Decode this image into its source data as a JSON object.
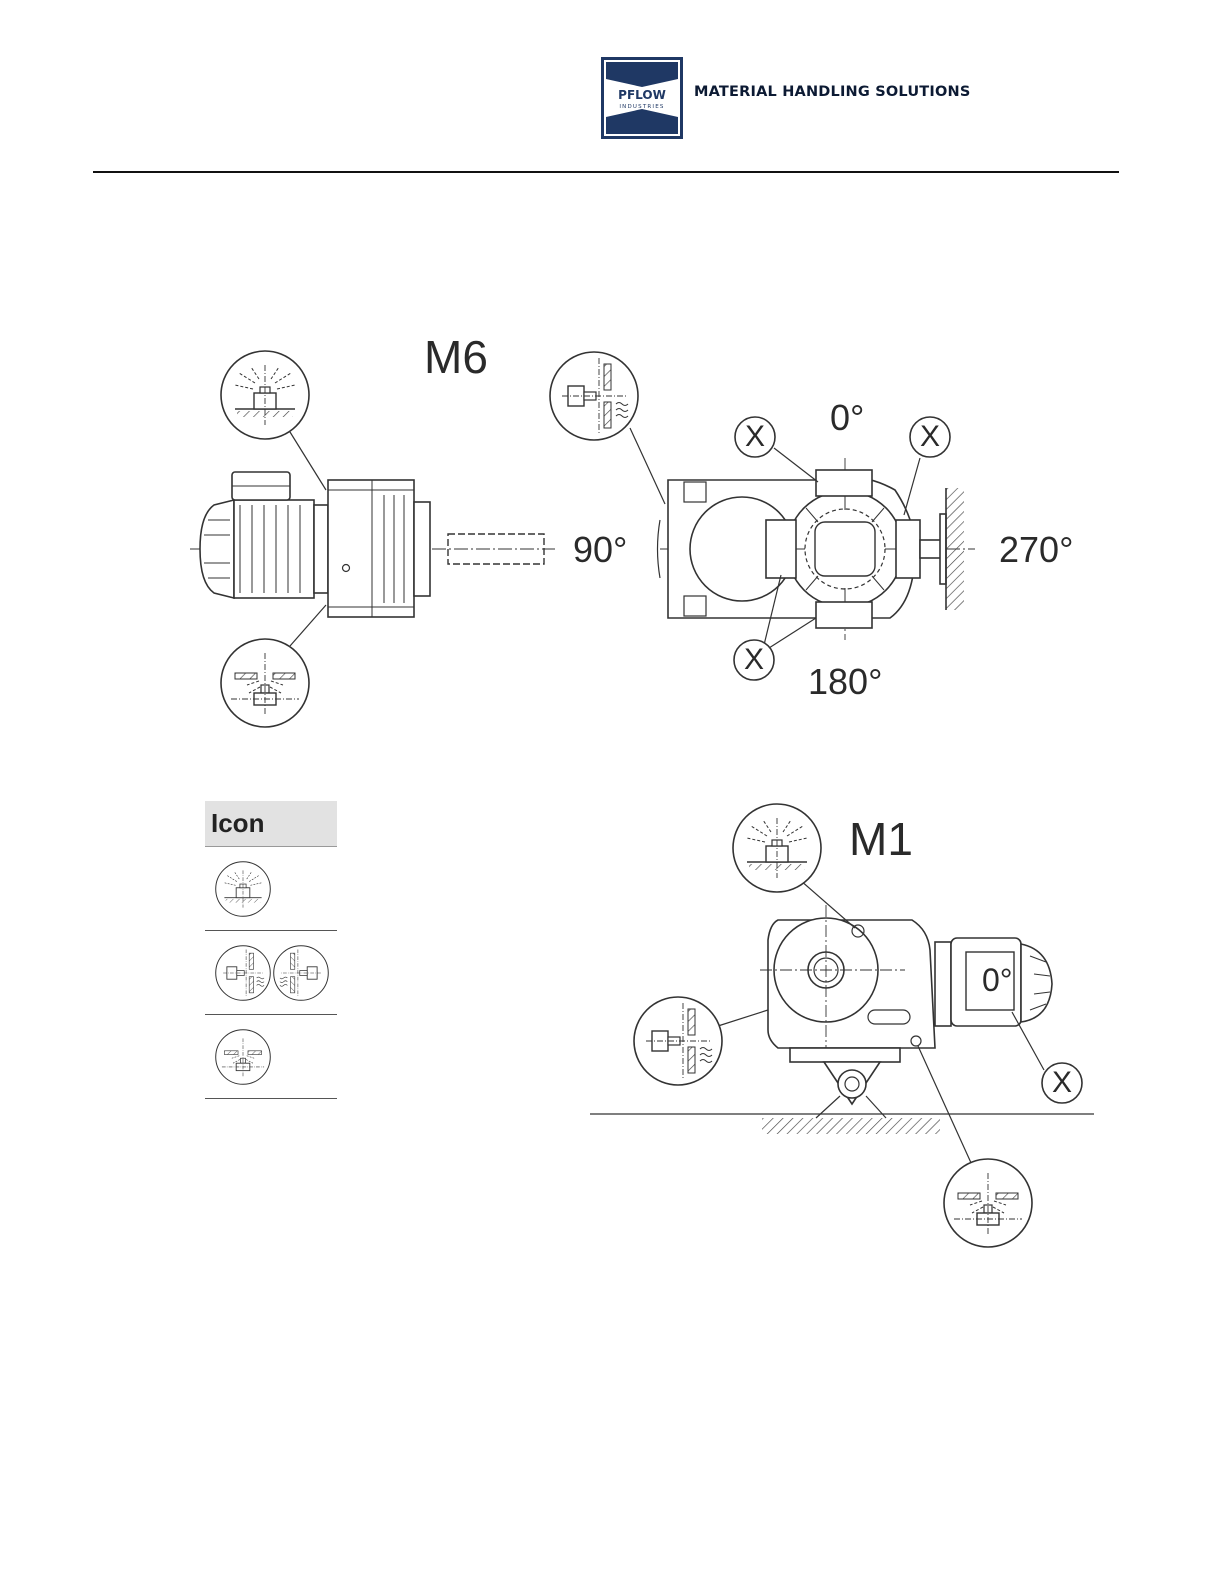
{
  "header": {
    "logo": {
      "name": "PFLOW",
      "sub": "INDUSTRIES",
      "color": "#1f3864"
    },
    "tagline": "MATERIAL HANDLING SOLUTIONS"
  },
  "figure_m6": {
    "label": "M6",
    "angles": {
      "top": "0°",
      "left": "90°",
      "right": "270°",
      "bottom": "180°"
    },
    "callout_letter": "X"
  },
  "icon_table": {
    "header": "Icon",
    "rows": [
      {
        "icon": "breather-valve-top-icon"
      },
      {
        "icon": "oil-level-side-icon"
      },
      {
        "icon": "oil-drain-bottom-icon"
      }
    ]
  },
  "figure_m1": {
    "label": "M1",
    "motor_angle": "0°",
    "callout_letter": "X"
  }
}
